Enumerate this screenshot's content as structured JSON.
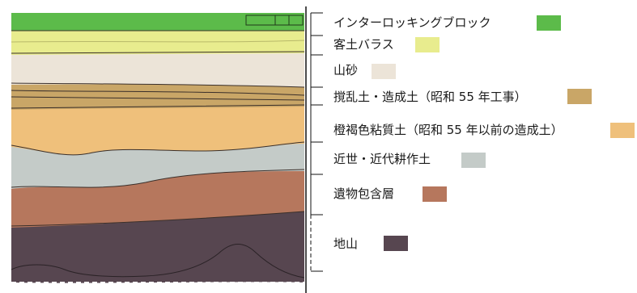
{
  "layers": [
    {
      "key": "interlocking",
      "label": "インターロッキングブロック",
      "color": "#5cbb4a"
    },
    {
      "key": "fill_ballast",
      "label": "客土バラス",
      "color": "#e8ec8e"
    },
    {
      "key": "mountain_sand",
      "label": "山砂",
      "color": "#ece4d8"
    },
    {
      "key": "disturbed_soil",
      "label": "撹乱土・造成土（昭和 55 年工事）",
      "color": "#c9a667"
    },
    {
      "key": "orange_brown_clay",
      "label": "橙褐色粘質土（昭和 55 年以前の造成土）",
      "color": "#efc07b"
    },
    {
      "key": "early_modern_soil",
      "label": "近世・近代耕作土",
      "color": "#c4cbc8"
    },
    {
      "key": "artifact_layer",
      "label": "遺物包含層",
      "color": "#b6775d"
    },
    {
      "key": "bedrock",
      "label": "地山",
      "color": "#574650"
    }
  ]
}
